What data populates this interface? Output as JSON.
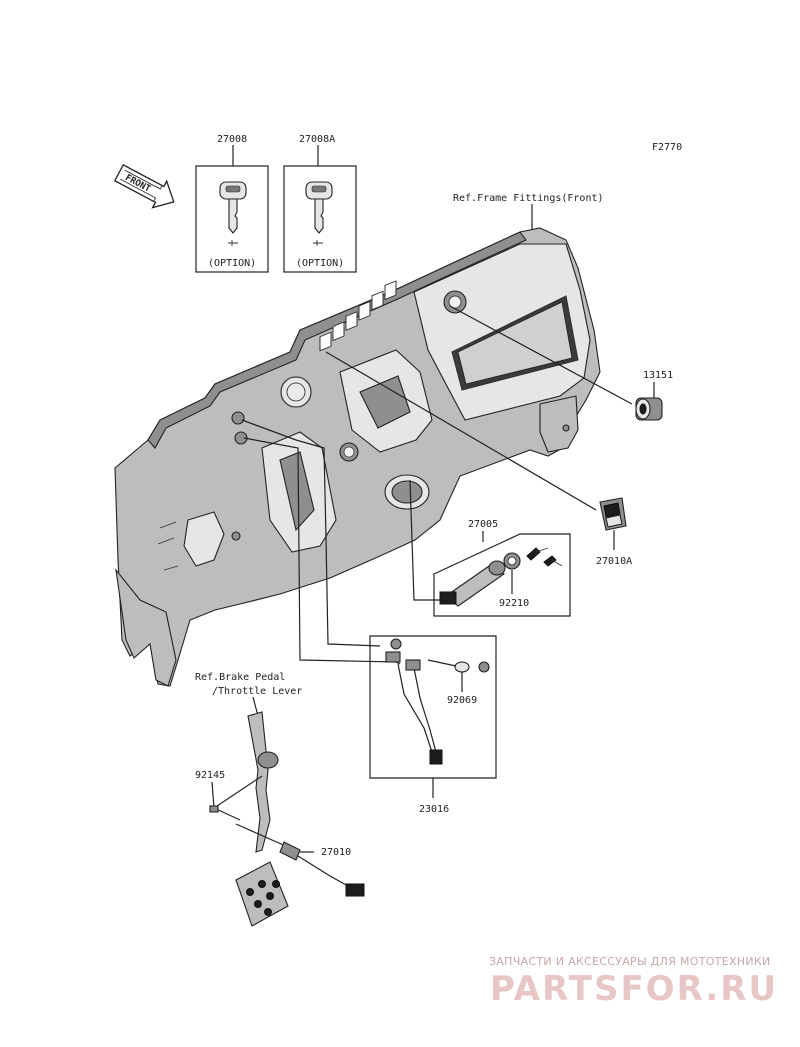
{
  "figure_code": "F2770",
  "front_label": "FRONT",
  "ref_frame": "Ref.Frame Fittings(Front)",
  "ref_brake_line1": "Ref.Brake Pedal",
  "ref_brake_line2": "/Throttle Lever",
  "option_text": "(OPTION)",
  "parts": {
    "p27008": "27008",
    "p27008A": "27008A",
    "p13151": "13151",
    "p27005": "27005",
    "p27010A": "27010A",
    "p92210": "92210",
    "p92069": "92069",
    "p23016": "23016",
    "p92145": "92145",
    "p27010": "27010"
  },
  "watermark": {
    "top": "ЗАПЧАСТИ И АКСЕССУАРЫ ДЛЯ МОТОТЕХНИКИ",
    "main": "PARTSFOR.RU"
  },
  "colors": {
    "watermark": "#e8c6c6",
    "line": "#222222",
    "part_fill": "#bdbdbd"
  }
}
